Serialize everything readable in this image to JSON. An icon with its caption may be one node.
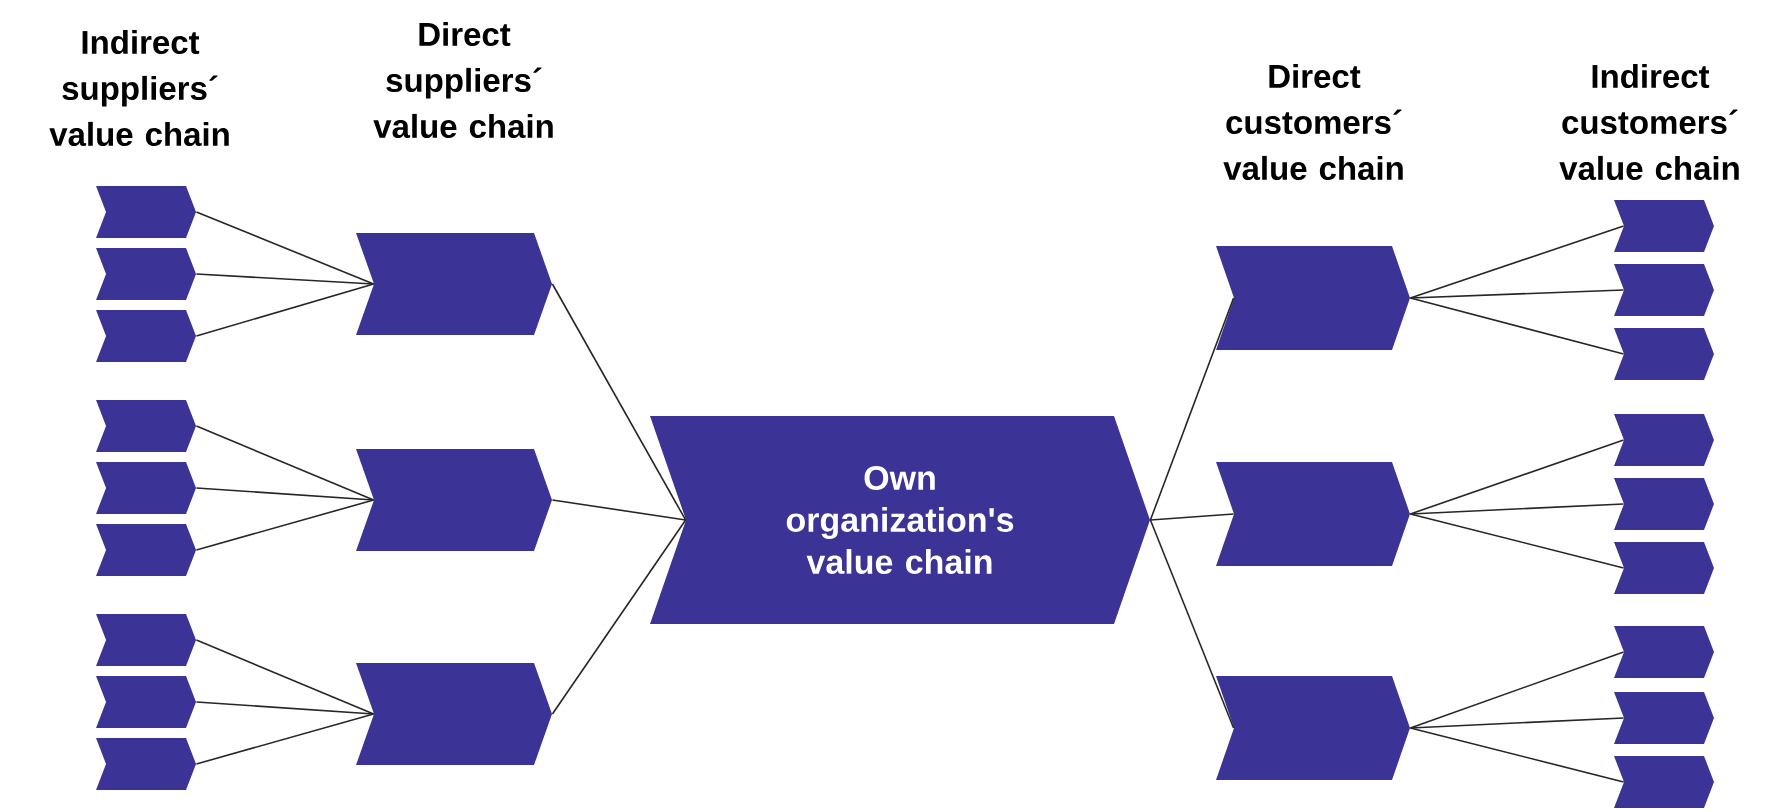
{
  "diagram": {
    "nodes": [
      {
        "text": [],
        "shape": "chevron"
      },
      {
        "text": [],
        "shape": "chevron"
      },
      {
        "text": [],
        "shape": "chevron"
      },
      {
        "text": [],
        "shape": "chevron"
      },
      {
        "text": [],
        "shape": "chevron"
      },
      {
        "text": [],
        "shape": "chevron"
      },
      {
        "text": [],
        "shape": "chevron"
      },
      {
        "text": [],
        "shape": "chevron"
      },
      {
        "text": [],
        "shape": "chevron"
      },
      {
        "text": [],
        "shape": "chevron"
      },
      {
        "text": [],
        "shape": "chevron"
      },
      {
        "text": [],
        "shape": "chevron"
      },
      {
        "text": [
          "Own organization's value chain"
        ]
      },
      {
        "text": [],
        "shape": "chevron"
      },
      {
        "text": [],
        "shape": "chevron"
      },
      {
        "text": [],
        "shape": "chevron"
      },
      {
        "text": [],
        "shape": "chevron"
      },
      {
        "text": [],
        "shape": "chevron"
      },
      {
        "text": [],
        "shape": "chevron"
      },
      {
        "text": [],
        "shape": "chevron"
      },
      {
        "text": [],
        "shape": "chevron"
      },
      {
        "text": [],
        "shape": "chevron"
      },
      {
        "text": [],
        "shape": "chevron"
      },
      {
        "text": [],
        "shape": "chevron"
      },
      {
        "text": [],
        "shape": "chevron"
      }
    ],
    "edges": [
      {
        "from": 0,
        "to": 9,
        "arrow": "none"
      },
      {
        "from": 1,
        "to": 9,
        "arrow": "none"
      },
      {
        "from": 2,
        "to": 9,
        "arrow": "none"
      },
      {
        "from": 3,
        "to": 10,
        "arrow": "none"
      },
      {
        "from": 4,
        "to": 10,
        "arrow": "none"
      },
      {
        "from": 5,
        "to": 10,
        "arrow": "none"
      },
      {
        "from": 6,
        "to": 11,
        "arrow": "none"
      },
      {
        "from": 7,
        "to": 11,
        "arrow": "none"
      },
      {
        "from": 8,
        "to": 11,
        "arrow": "none"
      },
      {
        "from": 9,
        "to": 12,
        "arrow": "none"
      },
      {
        "from": 10,
        "to": 12,
        "arrow": "none"
      },
      {
        "from": 11,
        "to": 12,
        "arrow": "none"
      },
      {
        "from": 12,
        "to": 13,
        "arrow": "none"
      },
      {
        "from": 12,
        "to": 14,
        "arrow": "none"
      },
      {
        "from": 12,
        "to": 15,
        "arrow": "none"
      },
      {
        "from": 13,
        "to": 16,
        "arrow": "none"
      },
      {
        "from": 13,
        "to": 17,
        "arrow": "none"
      },
      {
        "from": 13,
        "to": 18,
        "arrow": "none"
      },
      {
        "from": 14,
        "to": 19,
        "arrow": "none"
      },
      {
        "from": 14,
        "to": 20,
        "arrow": "none"
      },
      {
        "from": 14,
        "to": 21,
        "arrow": "none"
      },
      {
        "from": 15,
        "to": 22,
        "arrow": "none"
      },
      {
        "from": 15,
        "to": 23,
        "arrow": "none"
      },
      {
        "from": 15,
        "to": 24,
        "arrow": "none"
      }
    ],
    "labels": [
      "Indirect suppliers´ value chain",
      "Direct suppliers´ value chain",
      "Direct customers´ value chain",
      "Indirect customers´ value chain"
    ]
  }
}
